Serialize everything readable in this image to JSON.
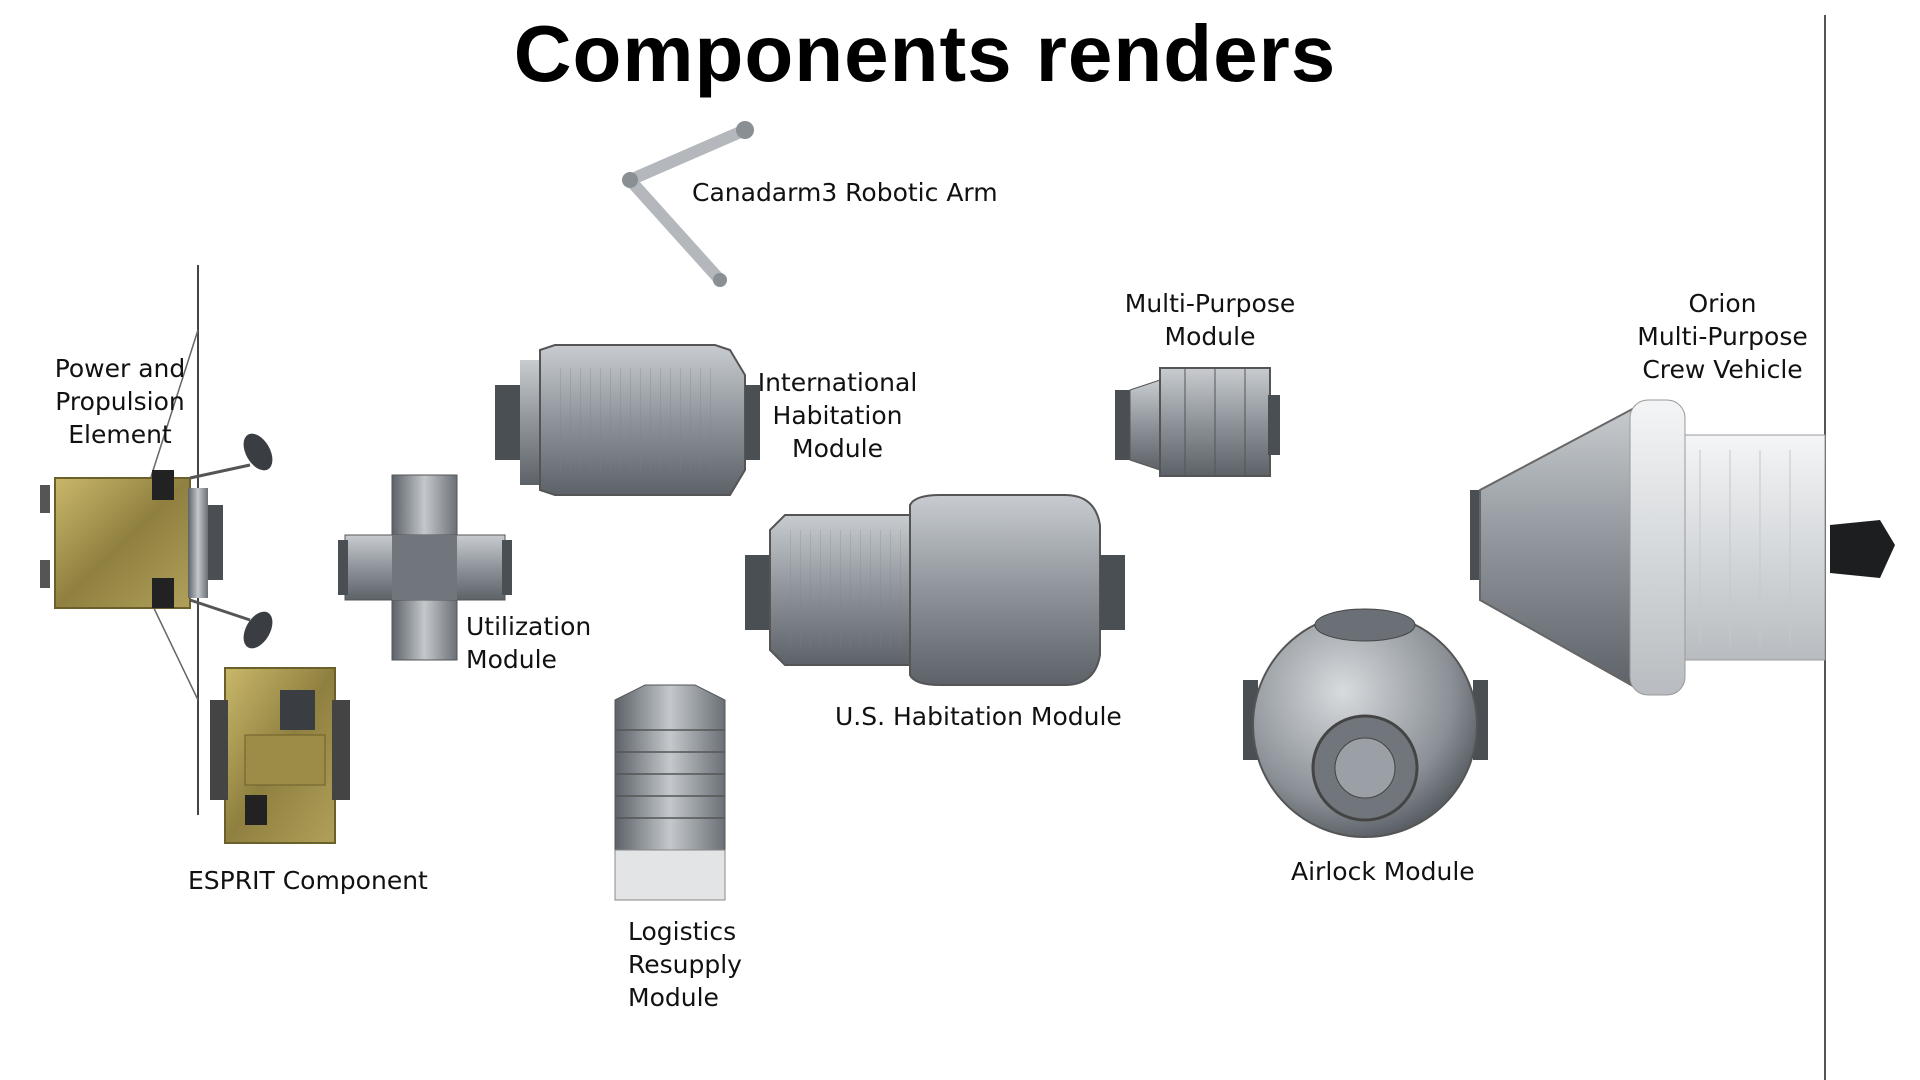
{
  "title": "Components renders",
  "labels": {
    "power_propulsion": [
      "Power and",
      "Propulsion",
      "Element"
    ],
    "esprit": [
      "ESPRIT Component"
    ],
    "canadarm": [
      "Canadarm3 Robotic Arm"
    ],
    "ihab": [
      "International",
      "Habitation",
      "Module"
    ],
    "utilization": [
      "Utilization",
      "Module"
    ],
    "logistics": [
      "Logistics",
      "Resupply",
      "Module"
    ],
    "us_hab": [
      "U.S. Habitation Module"
    ],
    "mpm": [
      "Multi-Purpose",
      "Module"
    ],
    "airlock": [
      "Airlock Module"
    ],
    "orion": [
      "Orion",
      "Multi-Purpose",
      "Crew Vehicle"
    ]
  },
  "colors": {
    "foil_gold": "#a89a52",
    "metal": "#9aa0a6",
    "metal_dark": "#5f656b",
    "white_hull": "#e6e8ea"
  }
}
